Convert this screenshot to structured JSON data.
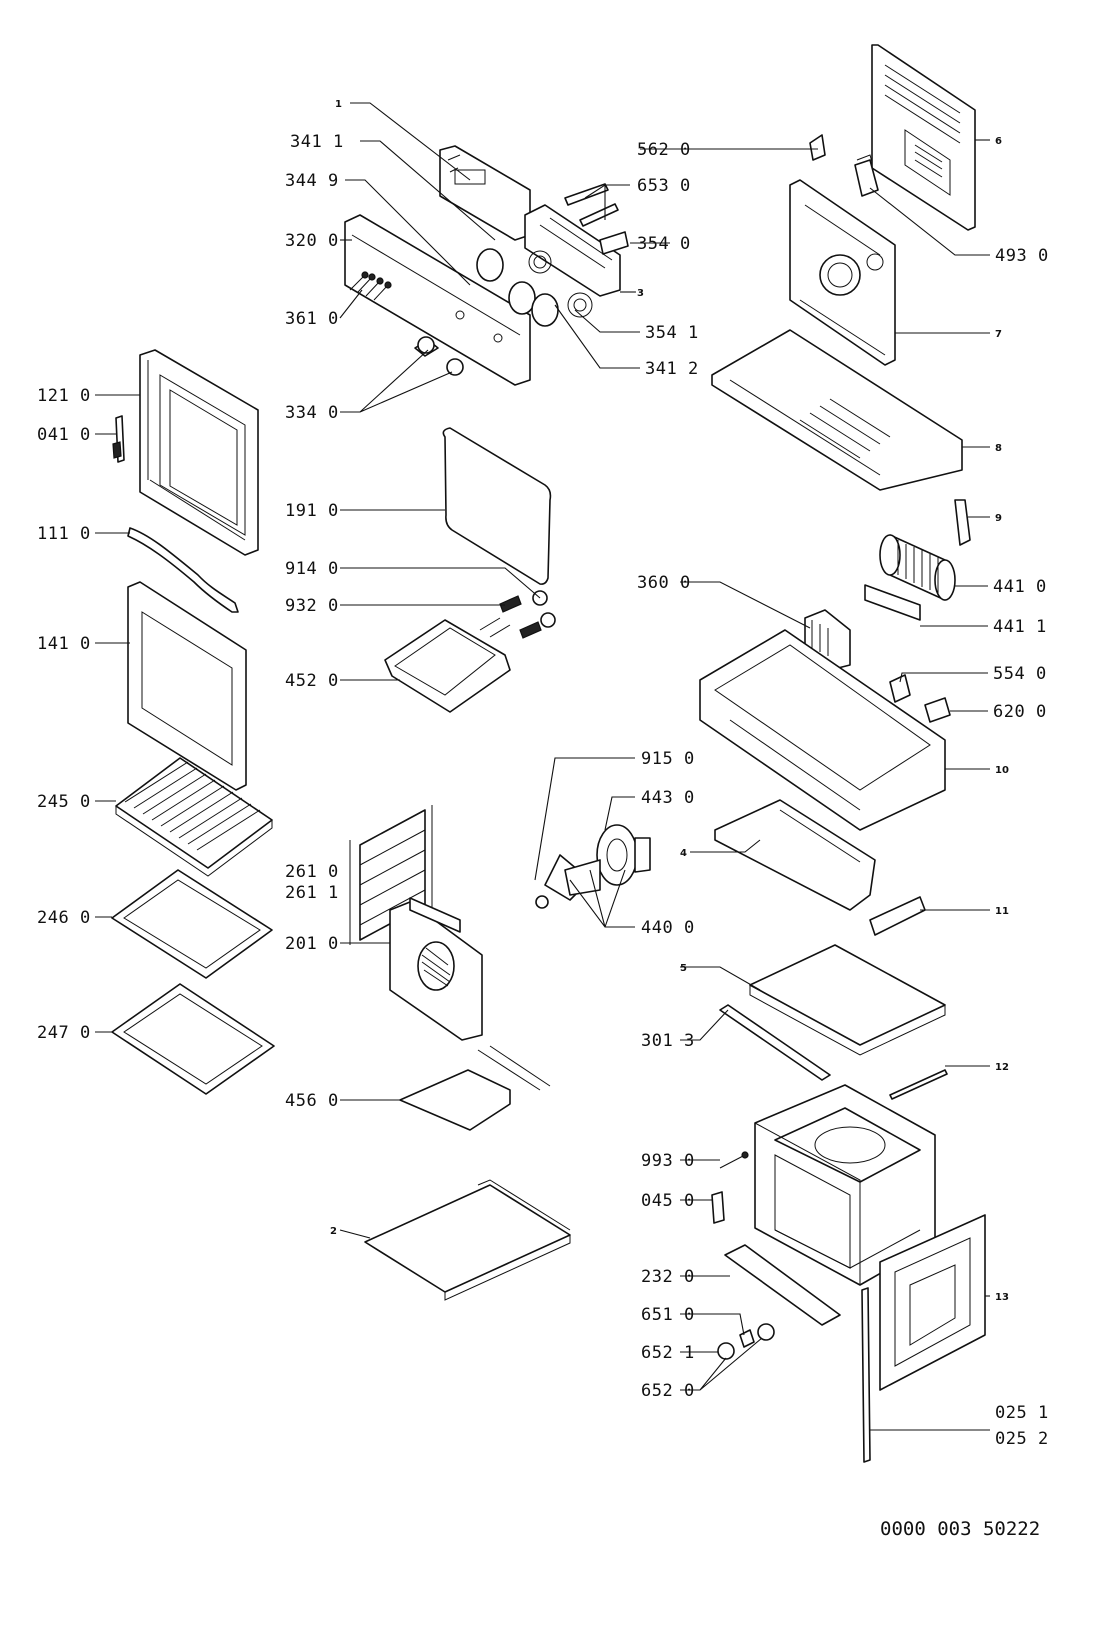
{
  "document_number": "0000 003 50222",
  "parts": [
    {
      "id": "p1",
      "label": "1"
    },
    {
      "id": "p341_1",
      "label": "341 1"
    },
    {
      "id": "p344_9",
      "label": "344 9"
    },
    {
      "id": "p320_0",
      "label": "320 0"
    },
    {
      "id": "p361_0",
      "label": "361 0"
    },
    {
      "id": "p334_0",
      "label": "334 0"
    },
    {
      "id": "p121_0",
      "label": "121 0"
    },
    {
      "id": "p041_0",
      "label": "041 0"
    },
    {
      "id": "p111_0",
      "label": "111 0"
    },
    {
      "id": "p141_0",
      "label": "141 0"
    },
    {
      "id": "p245_0",
      "label": "245 0"
    },
    {
      "id": "p246_0",
      "label": "246 0"
    },
    {
      "id": "p247_0",
      "label": "247 0"
    },
    {
      "id": "p191_0",
      "label": "191 0"
    },
    {
      "id": "p914_0",
      "label": "914 0"
    },
    {
      "id": "p932_0",
      "label": "932 0"
    },
    {
      "id": "p452_0",
      "label": "452 0"
    },
    {
      "id": "p261_0",
      "label": "261 0"
    },
    {
      "id": "p261_1",
      "label": "261 1"
    },
    {
      "id": "p201_0",
      "label": "201 0"
    },
    {
      "id": "p456_0",
      "label": "456 0"
    },
    {
      "id": "p2",
      "label": "2"
    },
    {
      "id": "p562_0",
      "label": "562 0"
    },
    {
      "id": "p653_0",
      "label": "653 0"
    },
    {
      "id": "p354_0",
      "label": "354 0"
    },
    {
      "id": "p3",
      "label": "3"
    },
    {
      "id": "p354_1",
      "label": "354 1"
    },
    {
      "id": "p341_2",
      "label": "341 2"
    },
    {
      "id": "p6",
      "label": "6"
    },
    {
      "id": "p493_0",
      "label": "493 0"
    },
    {
      "id": "p7",
      "label": "7"
    },
    {
      "id": "p8",
      "label": "8"
    },
    {
      "id": "p9",
      "label": "9"
    },
    {
      "id": "p441_0",
      "label": "441 0"
    },
    {
      "id": "p441_1",
      "label": "441 1"
    },
    {
      "id": "p360_0",
      "label": "360 0"
    },
    {
      "id": "p554_0",
      "label": "554 0"
    },
    {
      "id": "p620_0",
      "label": "620 0"
    },
    {
      "id": "p10",
      "label": "10"
    },
    {
      "id": "p915_0",
      "label": "915 0"
    },
    {
      "id": "p443_0",
      "label": "443 0"
    },
    {
      "id": "p4",
      "label": "4"
    },
    {
      "id": "p440_0",
      "label": "440 0"
    },
    {
      "id": "p11",
      "label": "11"
    },
    {
      "id": "p5",
      "label": "5"
    },
    {
      "id": "p301_3",
      "label": "301 3"
    },
    {
      "id": "p12",
      "label": "12"
    },
    {
      "id": "p993_0",
      "label": "993 0"
    },
    {
      "id": "p045_0",
      "label": "045 0"
    },
    {
      "id": "p232_0",
      "label": "232 0"
    },
    {
      "id": "p13",
      "label": "13"
    },
    {
      "id": "p651_0",
      "label": "651 0"
    },
    {
      "id": "p652_1",
      "label": "652 1"
    },
    {
      "id": "p652_0",
      "label": "652 0"
    },
    {
      "id": "p025_1",
      "label": "025 1"
    },
    {
      "id": "p025_2",
      "label": "025 2"
    }
  ]
}
